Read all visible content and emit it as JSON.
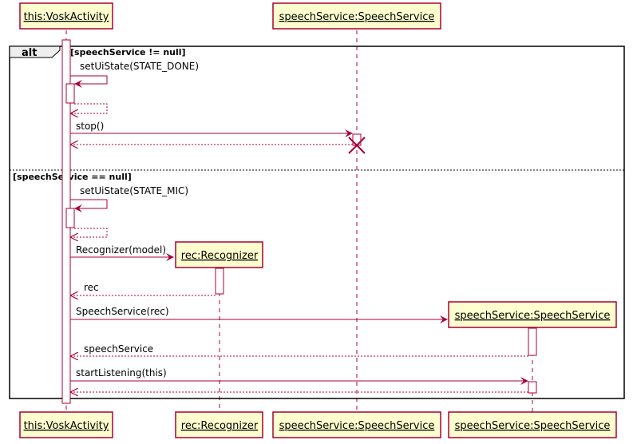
{
  "participants": {
    "vosk": "this:VoskActivity",
    "service_old": "speechService:SpeechService",
    "rec": "rec:Recognizer",
    "service_new": "speechService:SpeechService"
  },
  "fragment": {
    "keyword": "alt",
    "guard_1": "[speechService != null]",
    "guard_2": "[speechService == null]"
  },
  "messages": {
    "set_ui_done": "setUiState(STATE_DONE)",
    "stop": "stop()",
    "set_ui_mic": "setUiState(STATE_MIC)",
    "recognizer_create": "Recognizer(model)",
    "rec_return": "rec",
    "service_create": "SpeechService(rec)",
    "service_return": "speechService",
    "start_listening": "startListening(this)"
  },
  "colors": {
    "participant_fill": "#FEFECE",
    "participant_border": "#A80036",
    "arrow": "#A80036",
    "frame": "#000000",
    "lifeline": "#A80036"
  }
}
